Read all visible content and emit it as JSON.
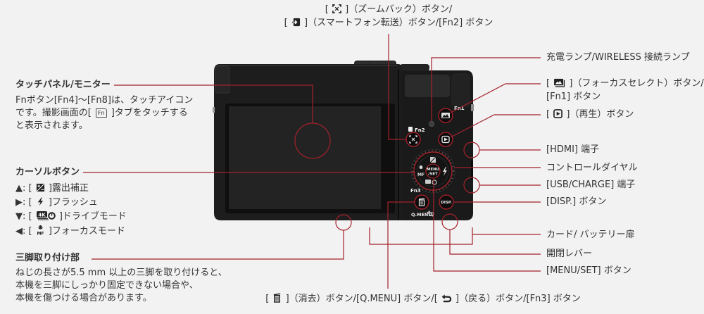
{
  "diagram": {
    "background_color": "#f2f2f2",
    "line_color": "#a3222b",
    "text_color": "#333333",
    "camera_body_color": "#1c1c1c"
  },
  "top_label": {
    "line1": {
      "prefix": "[ ",
      "icon": "zoom-back-icon",
      "suffix": " ]（ズームバック）ボタン/"
    },
    "line2": {
      "prefix": "[ ",
      "icon": "smartphone-transfer-icon",
      "suffix": " ]（スマートフォン転送）ボタン/[Fn2] ボタン"
    }
  },
  "touch_panel": {
    "title": "タッチパネル/モニター",
    "desc_line1": "Fnボタン[Fn4]～[Fn8]は、タッチアイコン",
    "desc_line2_prefix": "です。撮影画面の[ ",
    "fn_tab_icon": "fn-tab-icon",
    "fn_tab_text": "Fn",
    "desc_line2_suffix": " ]タブをタッチする",
    "desc_line3": "と表示されます。"
  },
  "cursor_buttons": {
    "title": "カーソルボタン",
    "items": [
      {
        "arrow": "▲",
        "prefix": ": [ ",
        "icon": "exposure-compensation-icon",
        "suffix": " ]露出補正"
      },
      {
        "arrow": "▶",
        "prefix": ": [ ",
        "icon": "flash-icon",
        "suffix": " ]フラッシュ"
      },
      {
        "arrow": "▼",
        "prefix": ": [ ",
        "icon": "drive-mode-icon",
        "icon_text": "4K",
        "suffix": " ]ドライブモード"
      },
      {
        "arrow": "◀",
        "prefix": ": [ ",
        "icon": "focus-mode-icon",
        "icon_text": "MF",
        "suffix": " ]フォーカスモード"
      }
    ]
  },
  "tripod": {
    "title": "三脚取り付け部",
    "desc": [
      "ねじの長さが5.5 mm 以上の三脚を取り付けると、",
      "本機を三脚にしっかり固定できない場合や、",
      "本機を傷つける場合があります。"
    ]
  },
  "right_labels": {
    "lamp": "充電ランプ/WIRELESS 接続ランプ",
    "focus_select": {
      "prefix": "[ ",
      "icon": "focus-select-icon",
      "suffix": " ]（フォーカスセレクト）ボタン/",
      "line2": "[Fn1] ボタン"
    },
    "playback": {
      "prefix": "[ ",
      "icon": "playback-icon",
      "suffix": " ]（再生）ボタン"
    },
    "hdmi": "[HDMI] 端子",
    "control_dial": "コントロールダイヤル",
    "usb": "[USB/CHARGE] 端子",
    "disp": "[DISP.] ボタン",
    "card_door": "カード/ バッテリー扉",
    "lever": "開閉レバー",
    "menu_set": "[MENU/SET] ボタン"
  },
  "bottom_label": {
    "prefix": "[ ",
    "icon1": "trash-icon",
    "middle": " ]（消去）ボタン/[Q.MENU] ボタン/[ ",
    "icon2": "back-icon",
    "suffix": " ]（戻る）ボタン/[Fn3] ボタン"
  },
  "camera": {
    "fn1": "Fn1",
    "fn2": "Fn2",
    "fn3": "Fn3",
    "qmenu": "Q.MENU/",
    "menu": "MENU",
    "set": "/SET",
    "disp": "DISP.",
    "mf": "MF"
  }
}
